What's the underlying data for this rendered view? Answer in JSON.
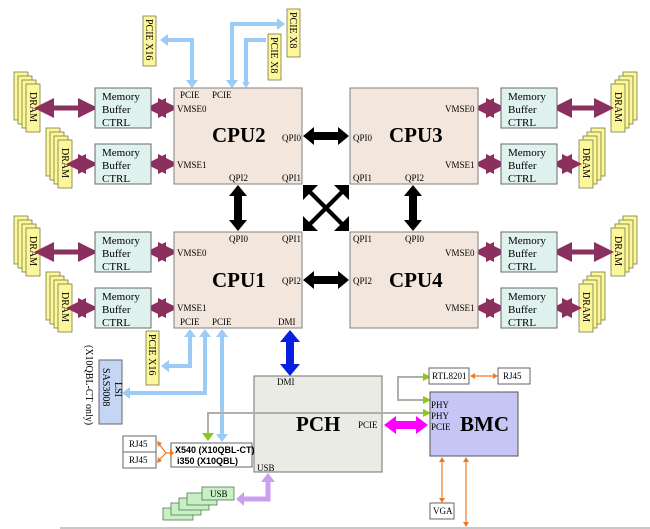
{
  "colors": {
    "cpu_fill": "#f3e6dc",
    "memory_buffer_fill": "#dff2ee",
    "dram_fill": "#fcf79a",
    "memory_link": "#8b2f5e",
    "qpi_link": "#000000",
    "pcie_link": "#9ccbf5",
    "dmi_link": "#0a1ee0",
    "bmc_pcie_link": "#ff00ff",
    "usb_link": "#c9a0f0",
    "phy_link": "#b0b0a8",
    "phy_arrowhead": "#8cc814",
    "misc_link": "#f07828",
    "pch_fill": "#ebebe6",
    "bmc_fill": "#c6c6f4",
    "lsi_fill": "#c4d6f4",
    "usb_fill": "#c8f0c4"
  },
  "cpus": {
    "cpu1": {
      "title": "CPU1",
      "vmse0": "VMSE0",
      "vmse1": "VMSE1",
      "qpi0": "QPI0",
      "qpi1": "QPI1",
      "qpi2": "QPI2",
      "pcie_a": "PCIE",
      "pcie_b": "PCIE",
      "dmi": "DMI"
    },
    "cpu2": {
      "title": "CPU2",
      "vmse0": "VMSE0",
      "vmse1": "VMSE1",
      "qpi0": "QPI0",
      "qpi1": "QPI1",
      "qpi2": "QPI2",
      "pcie_a": "PCIE",
      "pcie_b": "PCIE"
    },
    "cpu3": {
      "title": "CPU3",
      "vmse0": "VMSE0",
      "vmse1": "VMSE1",
      "qpi0": "QPI0",
      "qpi1": "QPI1",
      "qpi2": "QPI2"
    },
    "cpu4": {
      "title": "CPU4",
      "vmse0": "VMSE0",
      "vmse1": "VMSE1",
      "qpi0": "QPI0",
      "qpi1": "QPI1",
      "qpi2": "QPI2"
    }
  },
  "memory_buffer": {
    "line1": "Memory",
    "line2": "Buffer",
    "line3": "CTRL"
  },
  "dram_label": "DRAM",
  "pcie_slots": {
    "cpu2_left": "PCIE X16",
    "cpu2_right_a": "PCIE X8",
    "cpu2_right_b": "PCIE X8",
    "cpu1": "PCIE X16"
  },
  "lsi": {
    "line1": "LSI",
    "line2": "SAS3008",
    "note": "(X10QBL-CT only)"
  },
  "nic": {
    "line1": "X540 (X10QBL-CT)",
    "line2": "i350 (X10QBL)"
  },
  "rj45_labels": [
    "RJ45",
    "RJ45"
  ],
  "pch": {
    "title": "PCH",
    "dmi": "DMI",
    "pcie": "PCIE",
    "usb": "USB"
  },
  "usb_label": "USB",
  "bmc": {
    "title": "BMC",
    "phy1": "PHY",
    "phy2": "PHY",
    "pcie": "PCIE"
  },
  "rtl": "RTL8201",
  "bmc_rj45": "RJ45",
  "vga": "VGA"
}
